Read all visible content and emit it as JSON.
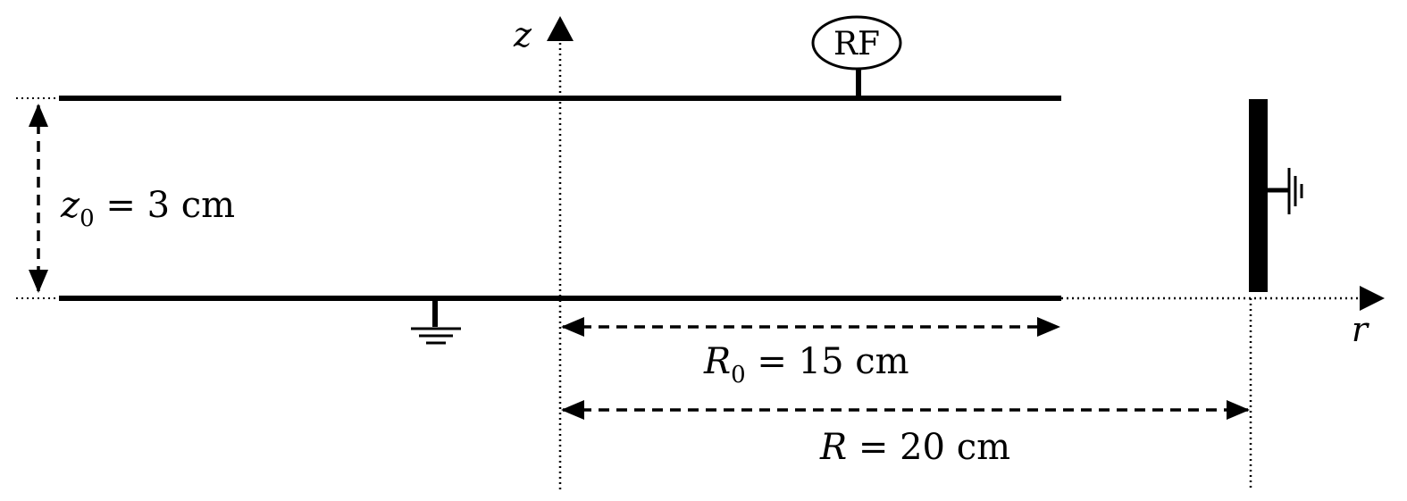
{
  "axes": {
    "vertical_label": "z",
    "horizontal_label": "r"
  },
  "source": {
    "label": "RF"
  },
  "dimensions": {
    "gap": {
      "symbol": "z",
      "subscript": "0",
      "equals": " = ",
      "value": "3 cm"
    },
    "electrode_radius": {
      "symbol": "R",
      "subscript": "0",
      "equals": " = ",
      "value": "15 cm"
    },
    "chamber_radius": {
      "symbol": "R",
      "subscript": "",
      "equals": " = ",
      "value": "20 cm"
    }
  },
  "colors": {
    "ink": "#000000",
    "background": "#ffffff"
  },
  "icons": [
    "ground-symbol-icon",
    "ground-symbol-icon",
    "arrowhead-icon"
  ]
}
